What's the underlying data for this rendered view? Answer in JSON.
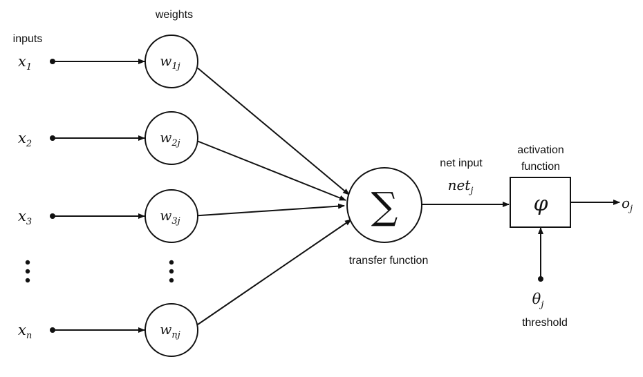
{
  "labels": {
    "inputs": "inputs",
    "weights": "weights",
    "transfer_function": "transfer function",
    "net_input": "net input",
    "activation_line1": "activation",
    "activation_line2": "function",
    "threshold": "threshold"
  },
  "inputs": [
    {
      "var": "x",
      "sub": "1",
      "weight": "w",
      "wsub": "1j"
    },
    {
      "var": "x",
      "sub": "2",
      "weight": "w",
      "wsub": "2j"
    },
    {
      "var": "x",
      "sub": "3",
      "weight": "w",
      "wsub": "3j"
    },
    {
      "var": "x",
      "sub": "n",
      "weight": "w",
      "wsub": "nj"
    }
  ],
  "sum_symbol": "∑",
  "net": {
    "base": "net",
    "sub": "j"
  },
  "activation_symbol": "φ",
  "theta": {
    "base": "θ",
    "sub": "j"
  },
  "output": {
    "base": "o",
    "sub": "j"
  }
}
